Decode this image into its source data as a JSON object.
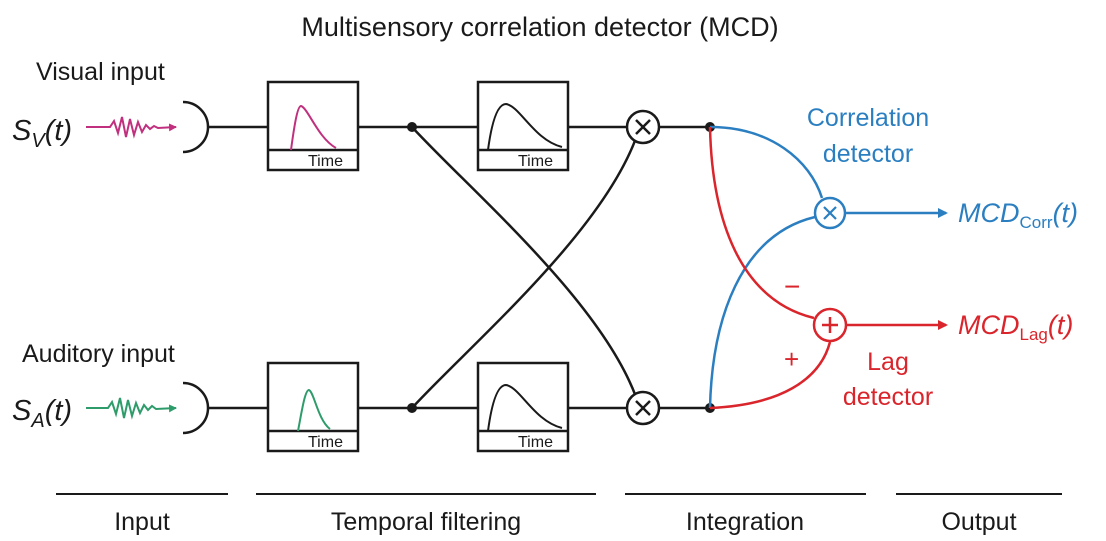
{
  "title": "Multisensory correlation detector (MCD)",
  "inputs": {
    "visual_label": "Visual input",
    "visual_signal_base": "S",
    "visual_signal_sub": "V",
    "visual_signal_tail": "(t)",
    "auditory_label": "Auditory input",
    "auditory_signal_base": "S",
    "auditory_signal_sub": "A",
    "auditory_signal_tail": "(t)"
  },
  "filters": {
    "time_label": "Time"
  },
  "detectors": {
    "correlation_line1": "Correlation",
    "correlation_line2": "detector",
    "lag_line1": "Lag",
    "lag_line2": "detector",
    "minus_sign": "−",
    "plus_sign": "+"
  },
  "outputs": {
    "corr_base": "MCD",
    "corr_sub": "Corr",
    "corr_tail": "(t)",
    "lag_base": "MCD",
    "lag_sub": "Lag",
    "lag_tail": "(t)"
  },
  "stages": [
    "Input",
    "Temporal filtering",
    "Integration",
    "Output"
  ],
  "colors": {
    "visual": "#c0307f",
    "auditory": "#2e9c6a",
    "correlation": "#2b7fc1",
    "lag": "#d9252b",
    "wire": "#1a1a1a"
  }
}
